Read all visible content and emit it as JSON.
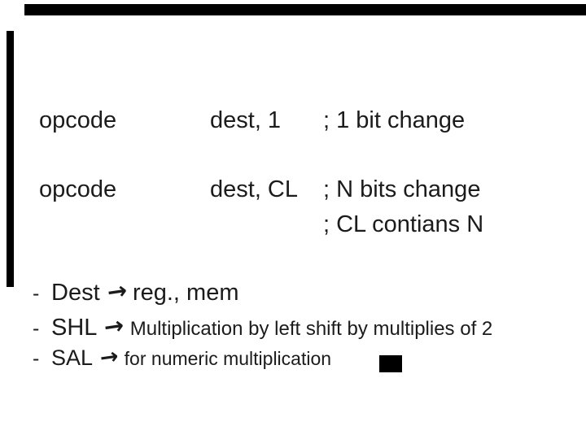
{
  "slide": {
    "background_color": "#ffffff",
    "text_color": "#1b1b1b",
    "artifact_color": "#000000"
  },
  "code_listing": {
    "rows": [
      {
        "opcode": "opcode",
        "operands": "dest, 1",
        "comment": "; 1 bit change"
      },
      {
        "opcode": "opcode",
        "operands": "dest, CL",
        "comment": "; N bits change",
        "comment2": "; CL contians N"
      }
    ]
  },
  "bullets": {
    "dash": "-",
    "arrow": "→",
    "items": [
      {
        "term": "Dest",
        "description": "reg., mem"
      },
      {
        "term": "SHL",
        "description": "Multiplication by left shift by multiplies of 2"
      },
      {
        "term": "SAL",
        "description": "for numeric multiplication"
      }
    ]
  }
}
